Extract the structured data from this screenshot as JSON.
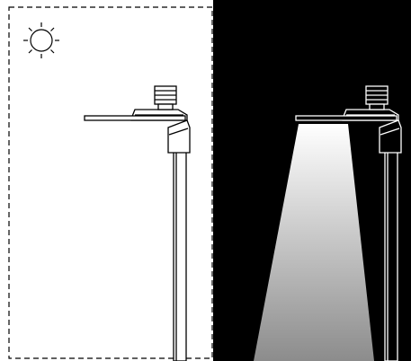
{
  "scene": {
    "left_panel": {
      "state": "day",
      "icon": "sun-icon",
      "border": "dashed"
    },
    "right_panel": {
      "state": "night",
      "light_beam": "on"
    }
  },
  "colors": {
    "day_background": "#ffffff",
    "night_background": "#000000",
    "line_day": "#000000",
    "line_night": "#ffffff",
    "beam_top": "#ffffff",
    "beam_bottom": "#8c8c8c"
  }
}
